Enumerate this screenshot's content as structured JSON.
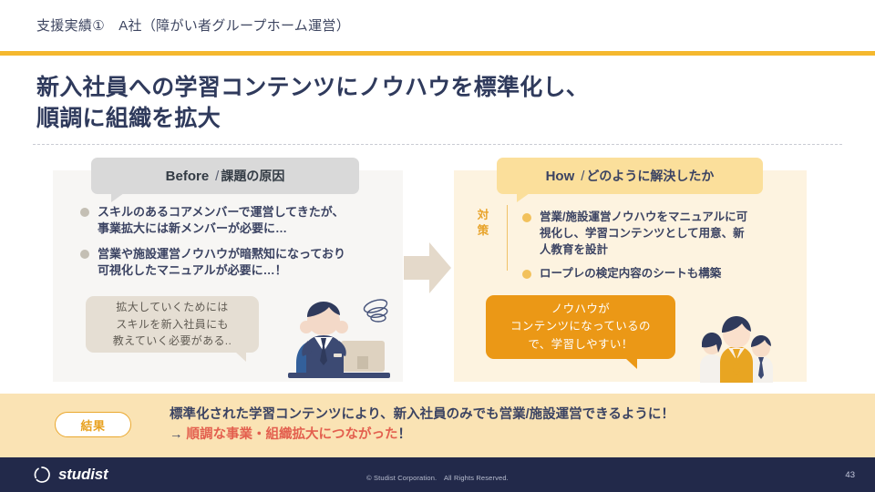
{
  "header": {
    "kicker": "支援実績①　A社（障がい者グループホーム運営）",
    "headline_line1": "新入社員への学習コンテンツにノウハウを標準化し、",
    "headline_line2": "順調に組織を拡大"
  },
  "before": {
    "tab_label": "Before",
    "tab_slash": "/",
    "tab_sub": "課題の原因",
    "bullets": [
      "スキルのあるコアメンバーで運営してきたが、\n事業拡大には新メンバーが必要に…",
      "営業や施設運営ノウハウが暗黙知になっており\n可視化したマニュアルが必要に…！"
    ],
    "bubble": "拡大していくためには\nスキルを新入社員にも\n教えていく必要がある.."
  },
  "how": {
    "tab_label": "How",
    "tab_slash": "/",
    "tab_sub": "どのように解決したか",
    "side_label": "対策",
    "bullets": [
      "営業/施設運営ノウハウをマニュアルに可\n視化し、学習コンテンツとして用意、新\n人教育を設計",
      "ロープレの検定内容のシートも構築"
    ],
    "bubble": "ノウハウが\nコンテンツになっているの\nで、学習しやすい！"
  },
  "result": {
    "chip_label": "結果",
    "line1": "標準化された学習コンテンツにより、新入社員のみでも営業/施設運営できるように！",
    "line2_prefix": "→ ",
    "line2_emphasis": "順調な事業・組織拡大につながった",
    "line2_suffix": "！"
  },
  "footer": {
    "logo_text": "studist",
    "copyright": "© Studist Corporation.　All Rights Reserved.",
    "page_number": "43"
  },
  "colors": {
    "amber_rule": "#f5b82e",
    "navy": "#22294a",
    "cream_panel": "#fdf3e0",
    "gray_panel": "#f7f6f4",
    "orange_bubble": "#eb9816",
    "banner": "#fae3b4",
    "red_emphasis": "#e35f4e"
  }
}
